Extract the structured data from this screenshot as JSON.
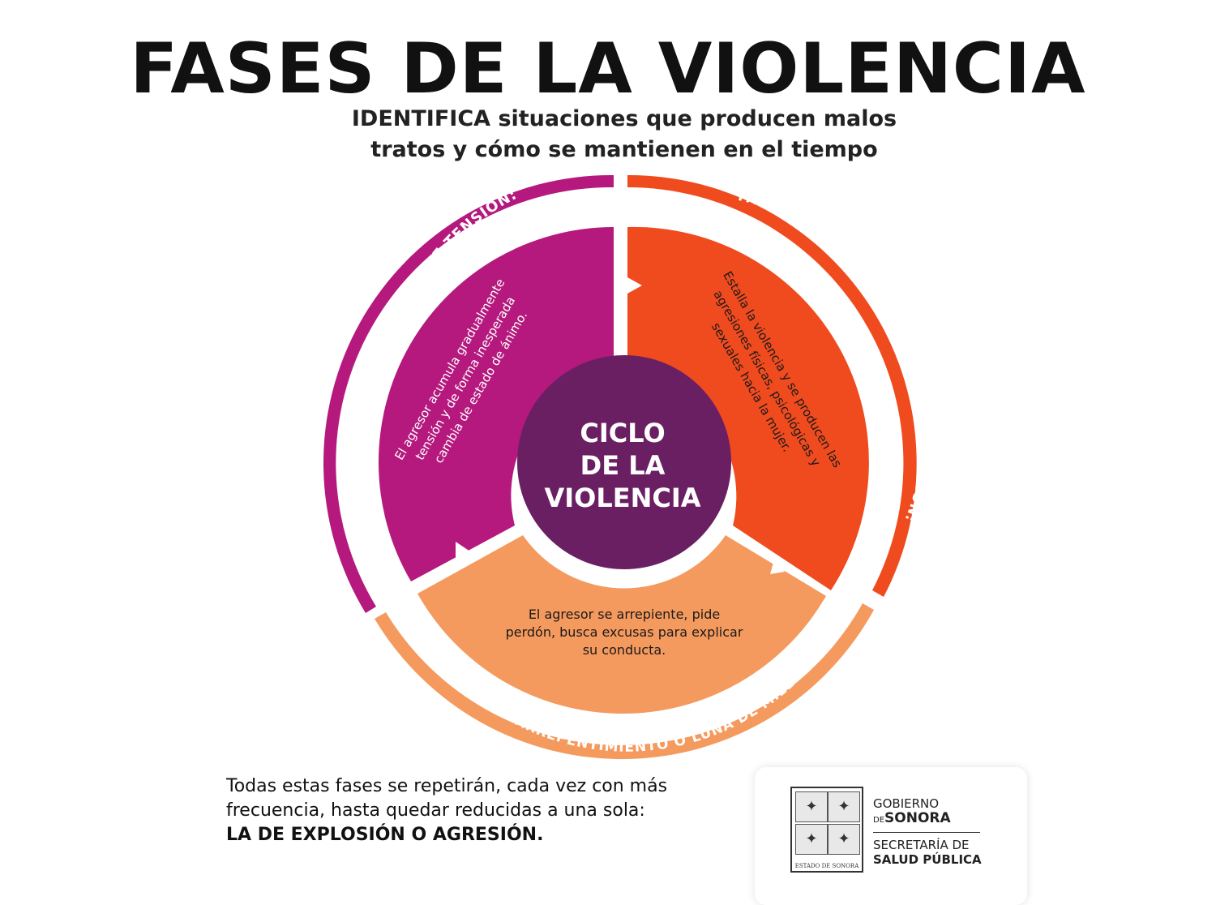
{
  "header": {
    "title": "FASES DE LA VIOLENCIA",
    "subtitle_line1": "IDENTIFICA situaciones que producen malos",
    "subtitle_line2": "tratos y cómo se mantienen en el tiempo"
  },
  "cycle": {
    "center_line1": "CICLO",
    "center_line2": "DE LA",
    "center_line3": "VIOLENCIA",
    "phases": [
      {
        "label": "FASE DE TENSIÓN:",
        "desc_line1": "El agresor acumula gradualmente",
        "desc_line2": "tensión y de forma inesperada",
        "desc_line3": "cambia de estado de ánimo.",
        "color": "#b5197e"
      },
      {
        "label": "FASE DE EXPLOSIÓN DE VIOLENCIA O AGRESIÓN:",
        "desc_line1": "Estalla la violencia y se producen las",
        "desc_line2": "agresiones físicas, psicológicas y",
        "desc_line3": "sexuales hacia la mujer.",
        "color": "#f04b1e"
      },
      {
        "label": "FASE DE ARREPENTIMIENTO O LUNA DE MIEL:",
        "desc_line1": "El agresor se arrepiente, pide",
        "desc_line2": "perdón, busca excusas para explicar",
        "desc_line3": "su conducta.",
        "color": "#f59a5e"
      }
    ],
    "center_color": "#6b1f63"
  },
  "footer": {
    "note_line1": "Todas estas fases se repetirán, cada vez con más",
    "note_line2": "frecuencia, hasta quedar reducidas a una sola:",
    "note_strong": "LA DE EXPLOSIÓN O AGRESIÓN."
  },
  "logo": {
    "gobierno": "GOBIERNO",
    "de": "DE",
    "sonora": "SONORA",
    "secretaria": "SECRETARÍA DE",
    "salud": "SALUD PÚBLICA",
    "seal_caption": "ESTADO DE SONORA"
  }
}
